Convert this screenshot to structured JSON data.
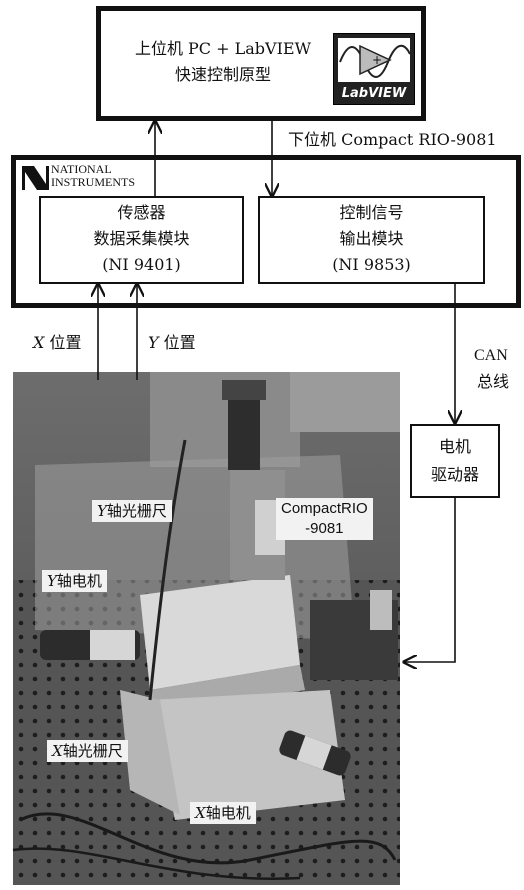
{
  "pc_box": {
    "line1": "上位机 PC + LabVIEW",
    "line2": "快速控制原型",
    "logo_text": "LabVIEW"
  },
  "crio_label": "下位机 Compact RIO-9081",
  "ni_logo": {
    "line1": "NATIONAL",
    "line2": "INSTRUMENTS"
  },
  "sensor_module": {
    "line1": "传感器",
    "line2": "数据采集模块",
    "line3": "(NI 9401)"
  },
  "output_module": {
    "line1": "控制信号",
    "line2": "输出模块",
    "line3": "(NI 9853)"
  },
  "signals": {
    "x_pos_axis": "X",
    "x_pos_text": "位置",
    "y_pos_axis": "Y",
    "y_pos_text": "位置",
    "can_line1": "CAN",
    "can_line2": "总线"
  },
  "motor_driver": {
    "line1": "电机",
    "line2": "驱动器"
  },
  "photo_labels": {
    "y_grating_axis": "Y",
    "y_grating_text": "轴光栅尺",
    "crio_line1": "CompactRIO",
    "crio_line2": "-9081",
    "y_motor_axis": "Y",
    "y_motor_text": "轴电机",
    "x_grating_axis": "X",
    "x_grating_text": "轴光栅尺",
    "x_motor_axis": "X",
    "x_motor_text": "轴电机"
  }
}
